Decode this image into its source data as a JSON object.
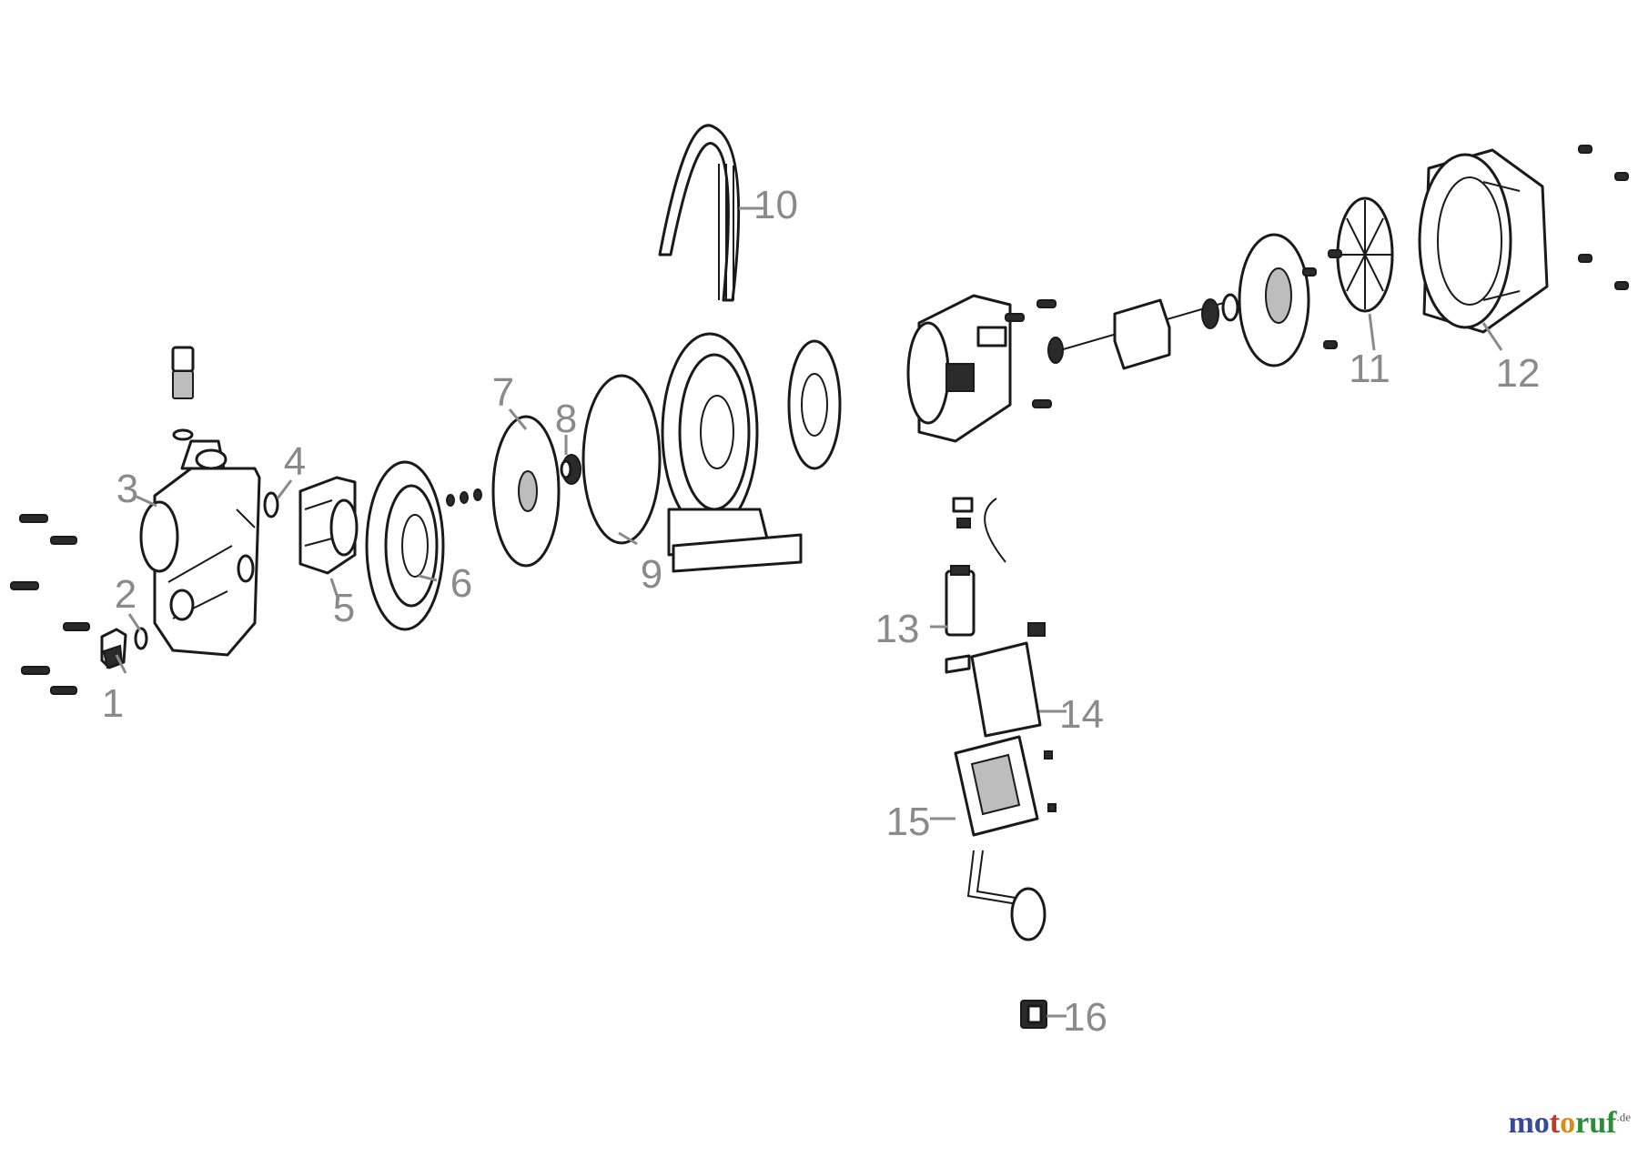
{
  "part_labels": [
    "1",
    "2",
    "3",
    "4",
    "5",
    "6",
    "7",
    "8",
    "9",
    "10",
    "11",
    "12",
    "13",
    "14",
    "15",
    "16"
  ],
  "brand": {
    "letters": [
      "m",
      "o",
      "t",
      "o",
      "r",
      "u",
      "f"
    ],
    "letter_colors": [
      "#3a4a9a",
      "#3a4a9a",
      "#c0392b",
      "#d98a1a",
      "#2e8b3a",
      "#2e8b3a",
      "#2e8b3a"
    ],
    "suffix": ".de"
  },
  "colors": {
    "label": "#8a8a8a",
    "ink": "#1a1a1a"
  }
}
